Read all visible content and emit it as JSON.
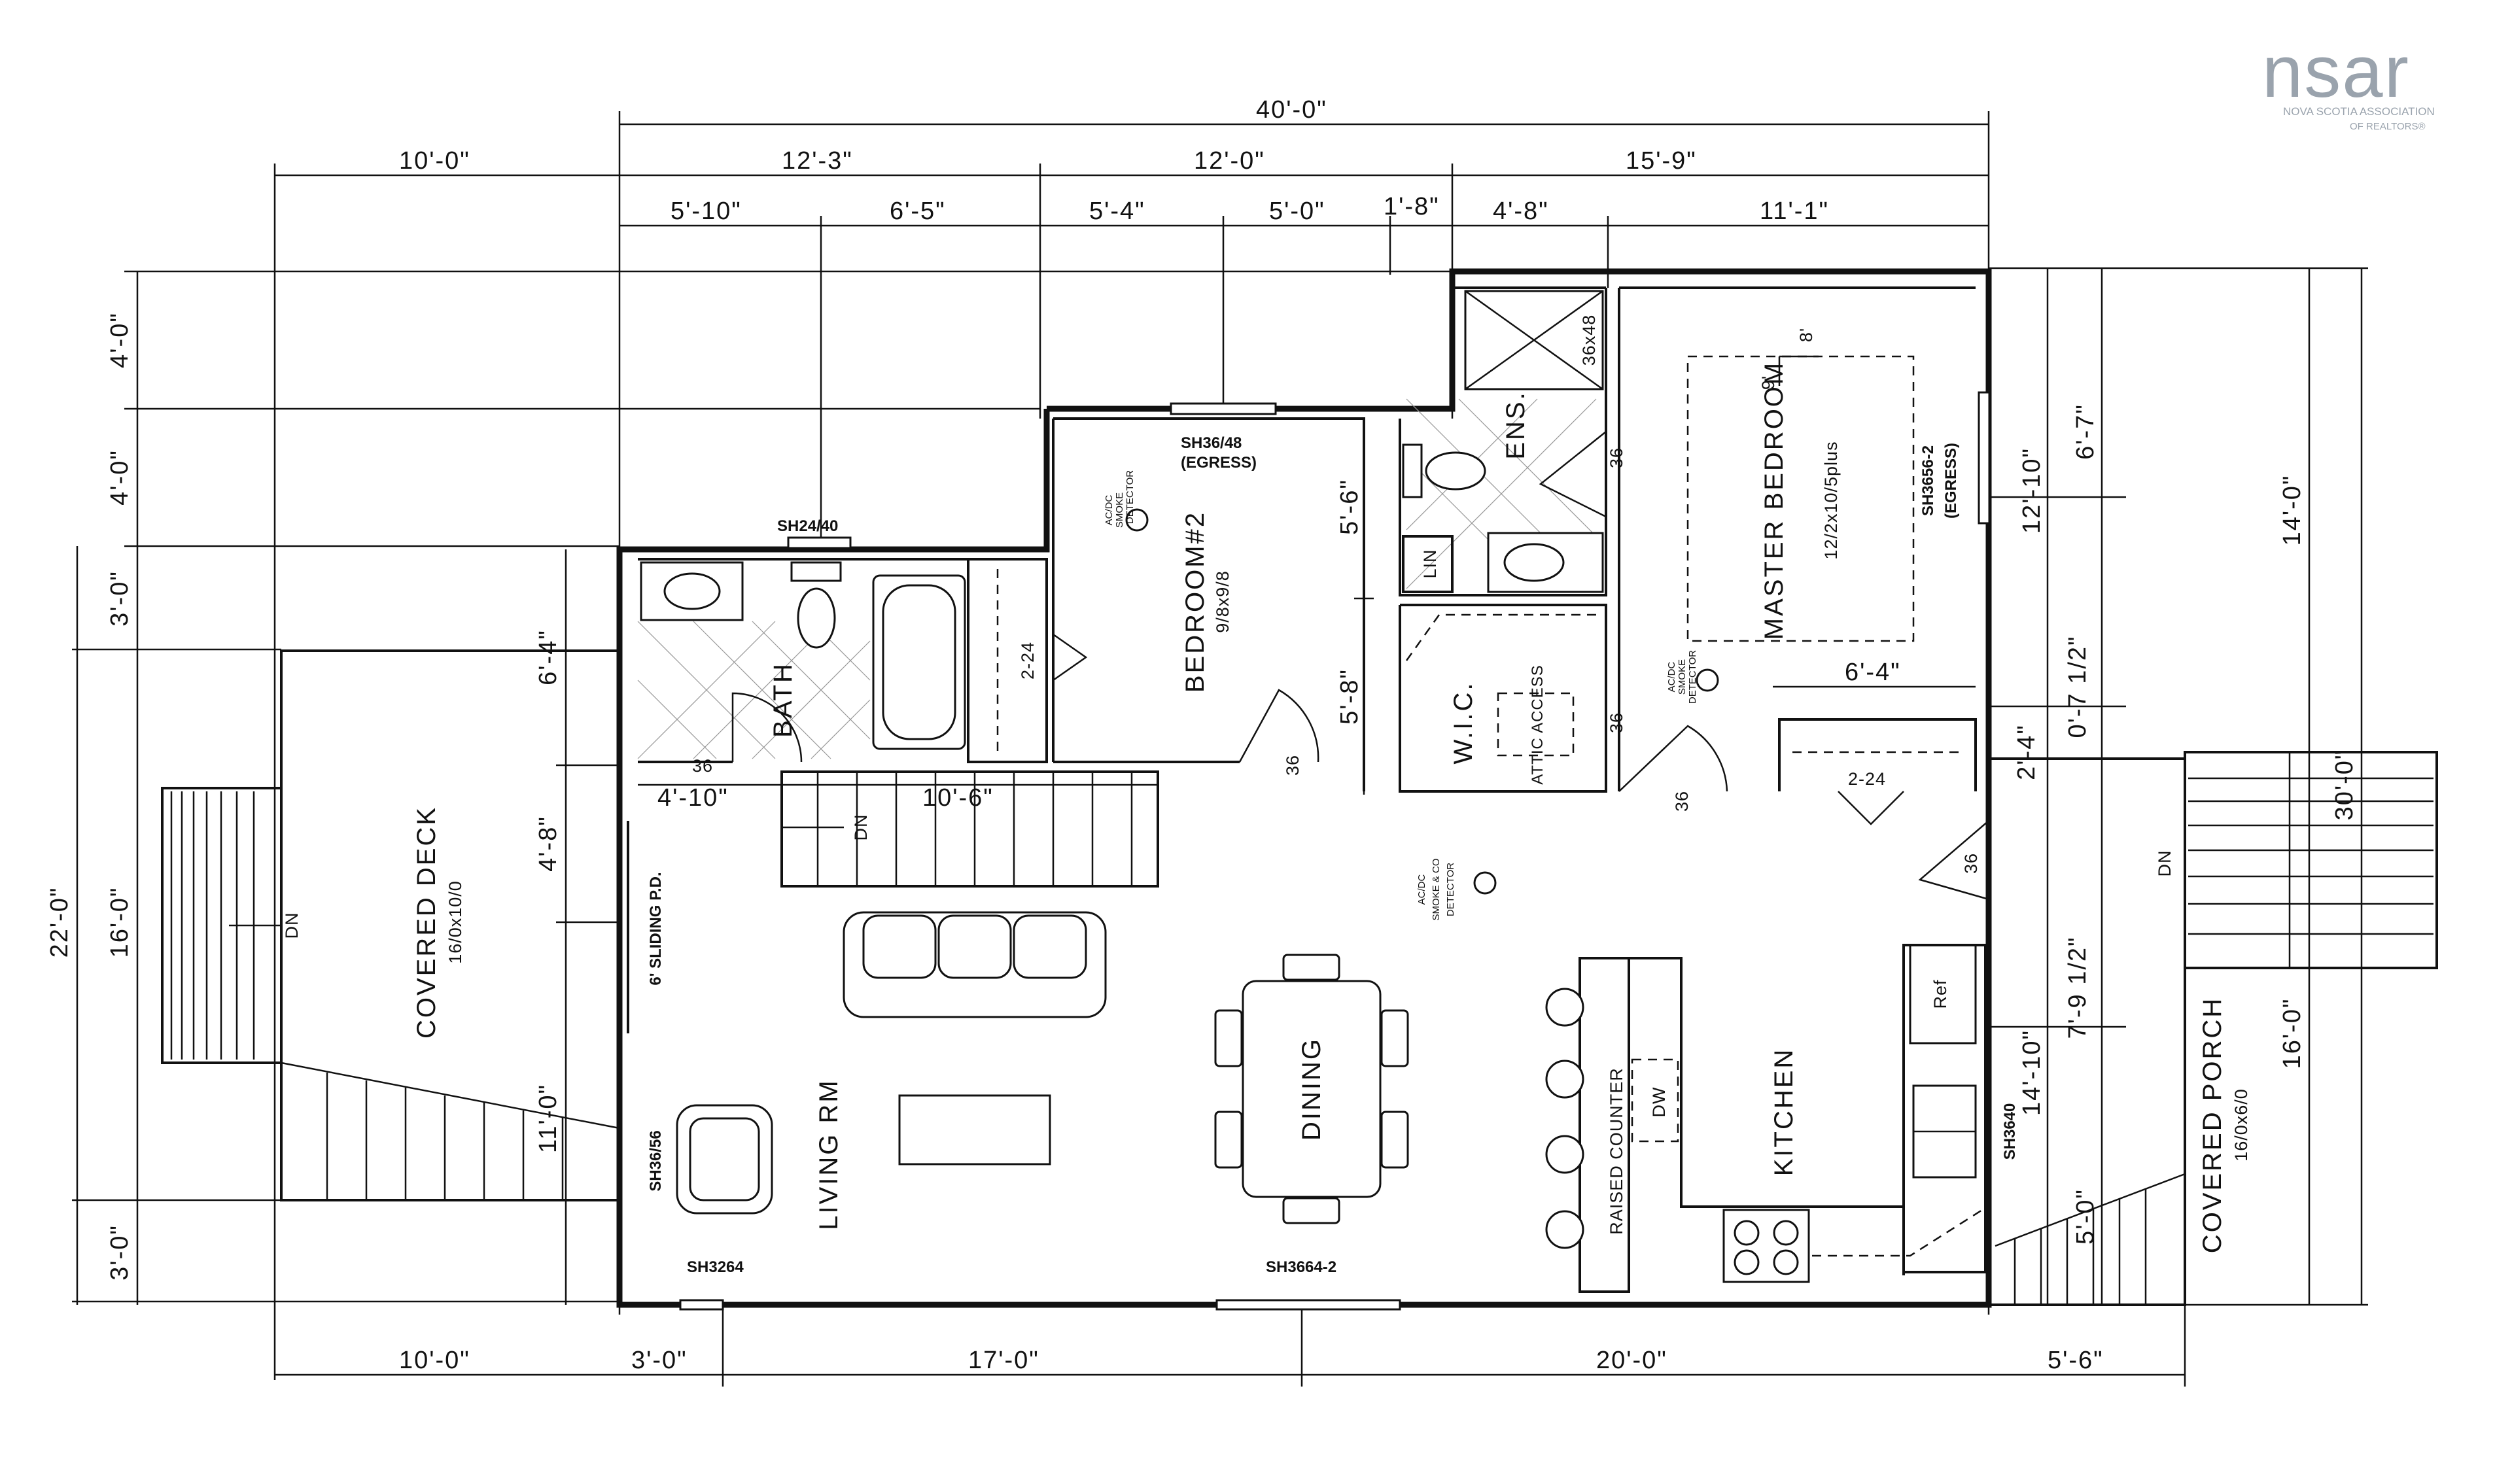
{
  "logo": {
    "wordmark": "nsar",
    "tagline_1": "NOVA SCOTIA ASSOCIATION",
    "tagline_2": "OF REALTORS®"
  },
  "dimensions": {
    "top_overall": "40'-0\"",
    "top_deck": "10'-0\"",
    "top_seg_1": "12'-3\"",
    "top_seg_2": "12'-0\"",
    "top_seg_3": "15'-9\"",
    "top_sub_1": "5'-10\"",
    "top_sub_2": "6'-5\"",
    "top_sub_3": "5'-4\"",
    "top_sub_4": "5'-0\"",
    "top_sub_5": "1'-8\"",
    "top_sub_6": "4'-8\"",
    "top_sub_7": "11'-1\"",
    "left_1": "4'-0\"",
    "left_2": "4'-0\"",
    "left_3": "3'-0\"",
    "left_4": "16'-0\"",
    "left_5": "3'-0\"",
    "left_overall": "22'-0\"",
    "inner_left_1": "6'-4\"",
    "inner_left_2": "4'-8\"",
    "inner_left_3": "11'-0\"",
    "stair_1": "4'-10\"",
    "stair_2": "10'-6\"",
    "bed2_upper": "5'-6\"",
    "bed2_lower": "5'-8\"",
    "master_width": "6'-4\"",
    "right_1": "12'-10\"",
    "right_2": "6'-7\"",
    "right_3": "0'-7 1/2\"",
    "right_4": "2'-4\"",
    "right_5": "7'-9 1/2\"",
    "right_6": "14'-10\"",
    "right_7": "5'-0\"",
    "right_8": "14'-0\"",
    "right_9": "30'-0\"",
    "right_10": "16'-0\"",
    "bottom_1": "10'-0\"",
    "bottom_2": "3'-0\"",
    "bottom_3": "17'-0\"",
    "bottom_4": "20'-0\"",
    "bottom_5": "5'-6\""
  },
  "rooms": {
    "deck": {
      "name": "COVERED DECK",
      "size": "16/0x10/0"
    },
    "porch": {
      "name": "COVERED PORCH",
      "size": "16/0x6/0"
    },
    "bath": {
      "name": "BATH"
    },
    "bedroom2": {
      "name": "BEDROOM#2",
      "size": "9/8x9/8"
    },
    "master": {
      "name": "MASTER BEDROOM",
      "size": "12/2x10/5plus"
    },
    "ensuite": {
      "name": "ENS."
    },
    "wic": {
      "name": "W.I.C."
    },
    "living": {
      "name": "LIVING RM"
    },
    "dining": {
      "name": "DINING"
    },
    "kitchen": {
      "name": "KITCHEN"
    }
  },
  "labels": {
    "win_bath": "SH24/40",
    "win_bed2": "SH36/48",
    "win_bed2_note": "(EGRESS)",
    "win_master": "SH3656-2",
    "win_master_note": "(EGRESS)",
    "win_living_side": "SH36/56",
    "win_living_front": "SH3264",
    "win_dining_front": "SH3664-2",
    "win_kitchen": "SH3640",
    "sliding": "6' SLIDING P.D.",
    "closet_bed2": "2-24",
    "closet_hall": "2-24",
    "door_bath": "36",
    "door_bed2": "36",
    "door_ens": "36",
    "door_wic": "36",
    "door_master": "36",
    "door_entry": "36",
    "lin": "LIN",
    "attic": "ATTIC ACCESS",
    "ceiling_9": "9'",
    "ceiling_8": "8'",
    "shower": "36x48",
    "dn_deck": "DN",
    "dn_stair": "DN",
    "dn_porch": "DN",
    "raised_counter": "RAISED COUNTER",
    "dw": "DW",
    "ref": "Ref",
    "smoke_1a": "AC/DC",
    "smoke_1b": "SMOKE",
    "smoke_1c": "DETECTOR",
    "smoke_2a": "AC/DC",
    "smoke_2b": "SMOKE",
    "smoke_2c": "DETECTOR",
    "smoke_3a": "AC/DC",
    "smoke_3b": "SMOKE & CO",
    "smoke_3c": "DETECTOR"
  },
  "colors": {
    "ink": "#111111",
    "logo": "#9aa3ad",
    "tile": "#999999"
  }
}
